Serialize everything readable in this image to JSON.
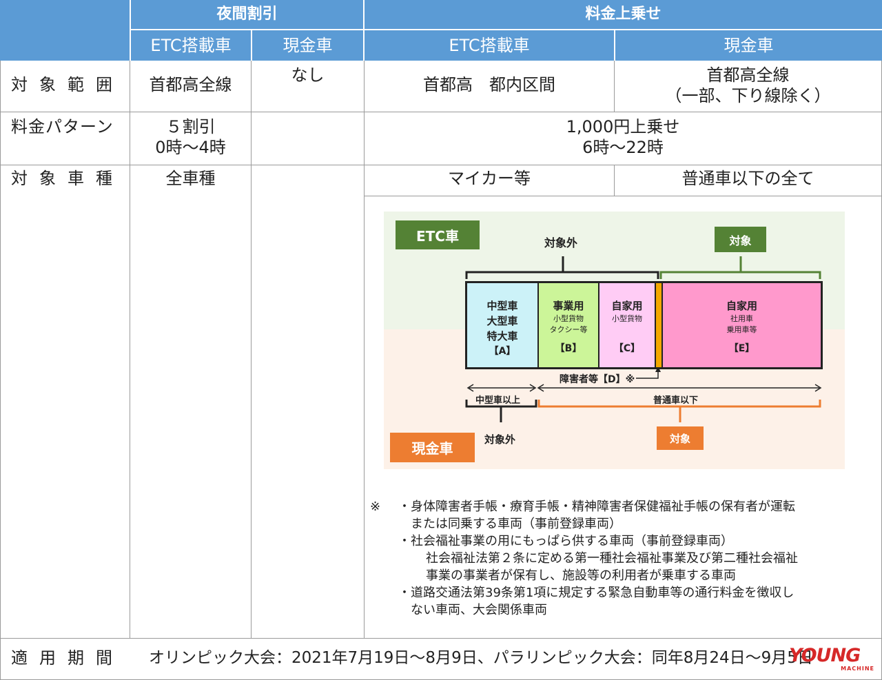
{
  "header": {
    "night_discount": "夜間割引",
    "surcharge": "料金上乗せ",
    "etc_car": "ETC搭載車",
    "cash_car": "現金車"
  },
  "rows": {
    "target_range": {
      "label": "対象範囲",
      "night_etc": "首都高全線",
      "night_cash": "なし",
      "surcharge_etc": "首都高　都内区間",
      "surcharge_cash": [
        "首都高全線",
        "（一部、下り線除く）"
      ]
    },
    "fee_pattern": {
      "label": "料金パターン",
      "night_etc": [
        "５割引",
        "0時～4時"
      ],
      "surcharge": [
        "1,000円上乗せ",
        "6時～22時"
      ]
    },
    "vehicle_type": {
      "label": "対象車種",
      "night_etc": "全車種",
      "surcharge_etc": "マイカー等",
      "surcharge_cash": "普通車以下の全て"
    },
    "period": {
      "label": "適用期間",
      "value": "オリンピック大会：2021年7月19日～8月9日、パラリンピック大会：同年8月24日～9月5日"
    }
  },
  "diagram": {
    "etc_label": "ETC車",
    "cash_label": "現金車",
    "not_target": "対象外",
    "target": "対象",
    "segments": [
      {
        "title": [
          "中型車",
          "大型車",
          "特大車"
        ],
        "sub": [],
        "key": "【A】"
      },
      {
        "title": [
          "事業用"
        ],
        "sub": [
          "小型貨物",
          "タクシー等"
        ],
        "key": "【B】"
      },
      {
        "title": [
          "自家用"
        ],
        "sub": [
          "小型貨物"
        ],
        "key": "【C】"
      },
      {
        "title": [
          "自家用"
        ],
        "sub": [
          "社用車",
          "乗用車等"
        ],
        "key": "【E】"
      }
    ],
    "disabled_label": "障害者等【D】※",
    "medium_above": "中型車以上",
    "regular_below": "普通車以下"
  },
  "notes": {
    "mark": "※",
    "lines": [
      "・身体障害者手帳・療育手帳・精神障害者保健福祉手帳の保有者が運転",
      "または同乗する車両（事前登録車両）",
      "・社会福祉事業の用にもっぱら供する車両（事前登録車両）",
      "社会福祉法第２条に定める第一種社会福祉事業及び第二種社会福祉",
      "事業の事業者が保有し、施設等の利用者が乗車する車両",
      "・道路交通法第39条第1項に規定する緊急自動車等の通行料金を徴収し",
      "ない車両、大会関係車両"
    ]
  },
  "watermark": {
    "brand": "YOUNG",
    "sub": "MACHINE"
  },
  "colors": {
    "header_blue": "#5b9bd5",
    "etc_green": "#548235",
    "cash_orange": "#ed7d31",
    "seg_a": "#ccf2f8",
    "seg_b": "#ccf599",
    "seg_c": "#ffccf5",
    "seg_d": "#f5a800",
    "seg_e": "#ff99cc"
  }
}
